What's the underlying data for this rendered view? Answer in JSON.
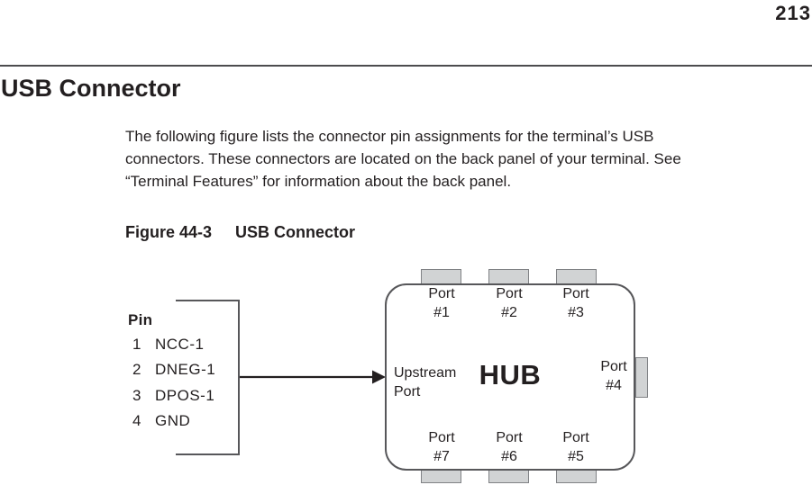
{
  "colors": {
    "text": "#231f20",
    "line": "#57575a",
    "rule": "#4c4c4e",
    "tab_fill": "#d1d3d4",
    "tab_border": "#808285"
  },
  "header": {
    "page_number": "213"
  },
  "section": {
    "title": "USB Connector"
  },
  "paragraph": {
    "lines": [
      "The following figure lists the connector pin assignments for the terminal’s USB",
      "connectors. These connectors are located on the back panel of your terminal. See",
      "“Terminal Features” for information about the back panel."
    ]
  },
  "figure": {
    "label": "Figure 44-3",
    "title": "USB Connector"
  },
  "diagram": {
    "pin_table": {
      "header": "Pin",
      "rows": [
        {
          "num": "1",
          "name": "NCC-1"
        },
        {
          "num": "2",
          "name": "DNEG-1"
        },
        {
          "num": "3",
          "name": "DPOS-1"
        },
        {
          "num": "4",
          "name": "GND"
        }
      ]
    },
    "hub": {
      "label": "HUB",
      "upstream": {
        "line1": "Upstream",
        "line2": "Port"
      },
      "top_ports": [
        {
          "word": "Port",
          "num": "#1"
        },
        {
          "word": "Port",
          "num": "#2"
        },
        {
          "word": "Port",
          "num": "#3"
        }
      ],
      "right_port": {
        "word": "Port",
        "num": "#4"
      },
      "bottom_ports": [
        {
          "word": "Port",
          "num": "#7"
        },
        {
          "word": "Port",
          "num": "#6"
        },
        {
          "word": "Port",
          "num": "#5"
        }
      ]
    }
  }
}
